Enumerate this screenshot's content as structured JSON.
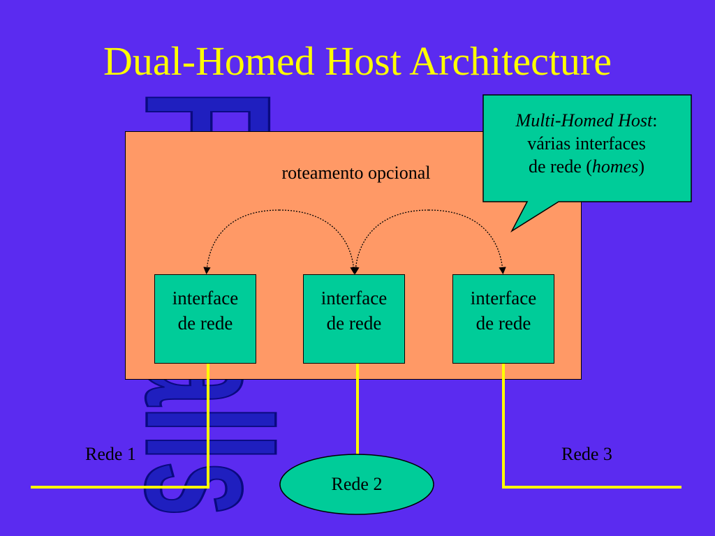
{
  "slide": {
    "title": "Dual-Homed Host Architecture",
    "watermark": "Firewalls"
  },
  "host": {
    "routing_label": "roteamento opcional"
  },
  "interfaces": [
    {
      "line1": "interface",
      "line2": "de rede"
    },
    {
      "line1": "interface",
      "line2": "de rede"
    },
    {
      "line1": "interface",
      "line2": "de rede"
    }
  ],
  "networks": {
    "rede1": "Rede 1",
    "rede2": "Rede 2",
    "rede3": "Rede 3"
  },
  "callout": {
    "term": "Multi-Homed Host",
    "colon": ":",
    "line2": "várias interfaces",
    "line3_prefix": "de rede (",
    "line3_term": "homes",
    "line3_suffix": ")"
  },
  "colors": {
    "background": "#5b2bf0",
    "title": "#ffff00",
    "host_box": "#ff9966",
    "interface": "#00cc99",
    "wire": "#ffff00",
    "watermark": "#1f1fbf"
  }
}
